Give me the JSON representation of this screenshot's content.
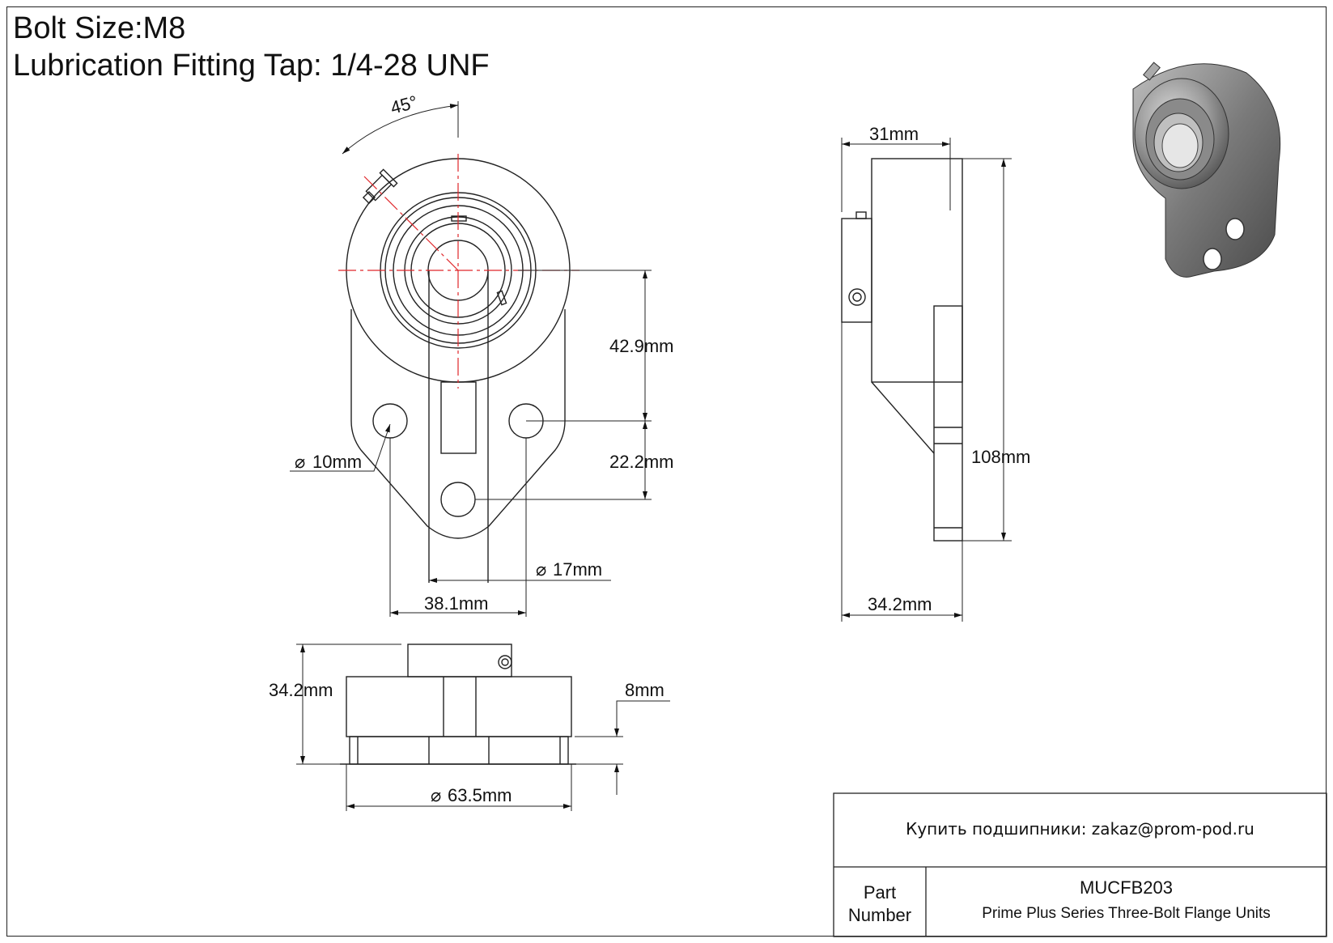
{
  "header": {
    "bolt_size": "Bolt Size:M8",
    "lube_fitting": "Lubrication Fitting Tap: 1/4-28 UNF"
  },
  "dimensions": {
    "angle": "45°",
    "d_42_9": "42.9mm",
    "d_22_2": "22.2mm",
    "d_10": "10mm",
    "d_17": "17mm",
    "d_38_1": "38.1mm",
    "d_31": "31mm",
    "d_108": "108mm",
    "d_34_2_side": "34.2mm",
    "d_34_2_bottom": "34.2mm",
    "d_8": "8mm",
    "d_63_5": "63.5mm",
    "diameter_symbol": "⌀"
  },
  "title_block": {
    "contact": "Купить подшипники: zakaz@prom-pod.ru",
    "part_label_1": "Part",
    "part_label_2": "Number",
    "part_number": "MUCFB203",
    "description": "Prime Plus Series Three-Bolt Flange Units"
  },
  "colors": {
    "line": "#222222",
    "centerline": "#e0262a"
  },
  "icons": {
    "render": "bearing-3d-render-icon"
  }
}
